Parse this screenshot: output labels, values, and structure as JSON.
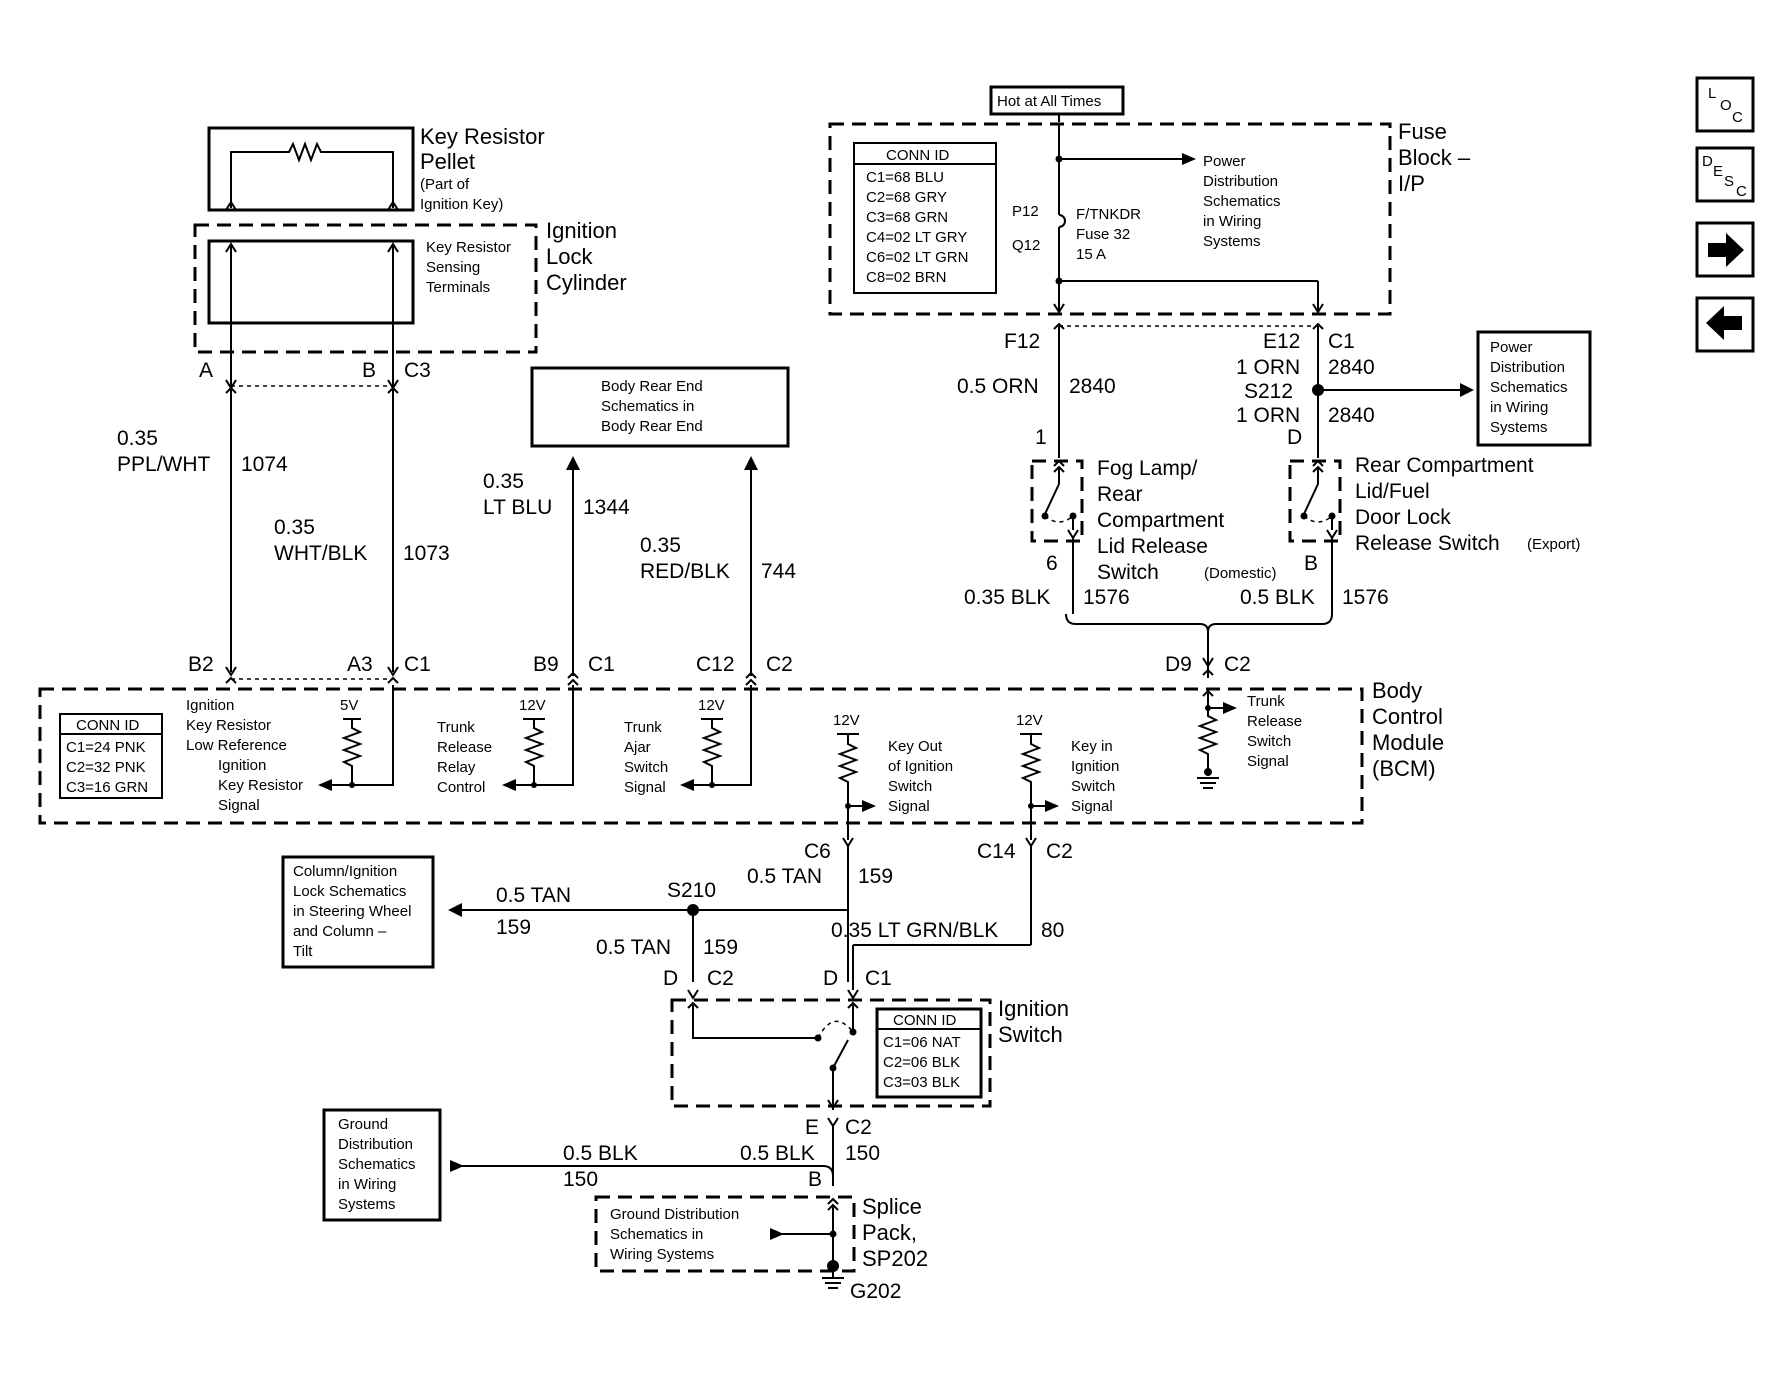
{
  "nav": {
    "loc_l": "L",
    "loc_o": "O",
    "loc_c": "C",
    "desc_d": "D",
    "desc_e": "E",
    "desc_s": "S",
    "desc_c": "C"
  },
  "key_pellet": {
    "title1": "Key Resistor",
    "title2": "Pellet",
    "sub1": "(Part of",
    "sub2": "Ignition Key)"
  },
  "ign_lock": {
    "title1": "Ignition",
    "title2": "Lock",
    "title3": "Cylinder",
    "term1": "Key Resistor",
    "term2": "Sensing",
    "term3": "Terminals",
    "pinA": "A",
    "pinB": "B",
    "conn": "C3"
  },
  "wires": {
    "w1074_gauge": "0.35",
    "w1074_color": "PPL/WHT",
    "w1074_num": "1074",
    "w1073_gauge": "0.35",
    "w1073_color": "WHT/BLK",
    "w1073_num": "1073",
    "w1344_gauge": "0.35",
    "w1344_color": "LT BLU",
    "w1344_num": "1344",
    "w744_gauge": "0.35",
    "w744_color": "RED/BLK",
    "w744_num": "744",
    "w2840a": "0.5 ORN",
    "w2840a_num": "2840",
    "w1576a": "0.35 BLK",
    "w1576a_num": "1576",
    "w1576b": "0.5 BLK",
    "w1576b_num": "1576",
    "e12_orn": "1 ORN",
    "e12_num": "2840",
    "s212": "S212",
    "s212_orn": "1 ORN",
    "s212_num": "2840",
    "w159a": "0.5 TAN",
    "w159a_num": "159",
    "w159b": "0.5 TAN",
    "w159b_num": "159",
    "w159c": "0.5 TAN",
    "w159c_num": "159",
    "s210": "S210",
    "w80": "0.35 LT GRN/BLK",
    "w80_num": "80",
    "w150a": "0.5 BLK",
    "w150a_num": "150",
    "w150b": "0.5 BLK",
    "w150b_num": "150"
  },
  "body_rear": {
    "l1": "Body Rear End",
    "l2": "Schematics in",
    "l3": "Body Rear End"
  },
  "fuse_block": {
    "hot": "Hot at All Times",
    "title1": "Fuse",
    "title2": "Block –",
    "title3": "I/P",
    "conn_hdr": "CONN ID",
    "conn": [
      "C1=68 BLU",
      "C2=68 GRY",
      "C3=68 GRN",
      "C4=02 LT GRY",
      "C6=02 LT GRN",
      "C8=02 BRN"
    ],
    "p12": "P12",
    "q12": "Q12",
    "fuse1": "F/TNKDR",
    "fuse2": "Fuse 32",
    "fuse3": "15 A",
    "pd1": "Power",
    "pd2": "Distribution",
    "pd3": "Schematics",
    "pd4": "in Wiring",
    "pd5": "Systems",
    "f12": "F12",
    "e12": "E12",
    "c1": "C1"
  },
  "pd_box": {
    "l1": "Power",
    "l2": "Distribution",
    "l3": "Schematics",
    "l4": "in Wiring",
    "l5": "Systems"
  },
  "fog_switch": {
    "l1": "Fog Lamp/",
    "l2": "Rear",
    "l3": "Compartment",
    "l4": "Lid Release",
    "l5": "Switch",
    "l6": "(Domestic)",
    "pin1": "1",
    "pin6": "6"
  },
  "rear_switch": {
    "l1": "Rear Compartment",
    "l2": "Lid/Fuel",
    "l3": "Door Lock",
    "l4": "Release Switch",
    "l5": "(Export)",
    "pinD": "D",
    "pinB": "B"
  },
  "bcm": {
    "title1": "Body",
    "title2": "Control",
    "title3": "Module",
    "title4": "(BCM)",
    "conn_hdr": "CONN ID",
    "conn": [
      "C1=24 PNK",
      "C2=32 PNK",
      "C3=16 GRN"
    ],
    "b2": "B2",
    "a3": "A3",
    "c1a": "C1",
    "b9": "B9",
    "c1b": "C1",
    "c12": "C12",
    "c2a": "C2",
    "d9": "D9",
    "c2b": "C2",
    "sig1": [
      "Ignition",
      "Key Resistor",
      "Low Reference"
    ],
    "sig2": [
      "Ignition",
      "Key Resistor",
      "Signal"
    ],
    "v5": "5V",
    "v12a": "12V",
    "v12b": "12V",
    "v12c": "12V",
    "v12d": "12V",
    "trunk_relay": [
      "Trunk",
      "Release",
      "Relay",
      "Control"
    ],
    "trunk_ajar": [
      "Trunk",
      "Ajar",
      "Switch",
      "Signal"
    ],
    "key_out": [
      "Key Out",
      "of Ignition",
      "Switch",
      "Signal"
    ],
    "key_in": [
      "Key in",
      "Ignition",
      "Switch",
      "Signal"
    ],
    "trunk_rel": [
      "Trunk",
      "Release",
      "Switch",
      "Signal"
    ],
    "c6": "C6",
    "c14": "C14",
    "c2c": "C2"
  },
  "column_box": {
    "l1": "Column/Ignition",
    "l2": "Lock Schematics",
    "l3": "in Steering Wheel",
    "l4": "and Column –",
    "l5": "Tilt"
  },
  "ign_switch": {
    "title1": "Ignition",
    "title2": "Switch",
    "conn_hdr": "CONN ID",
    "conn": [
      "C1=06 NAT",
      "C2=06 BLK",
      "C3=03 BLK"
    ],
    "d1": "D",
    "c2": "C2",
    "d2": "D",
    "c1": "C1",
    "e": "E",
    "c2b": "C2"
  },
  "ground_box": {
    "l1": "Ground",
    "l2": "Distribution",
    "l3": "Schematics",
    "l4": "in Wiring",
    "l5": "Systems"
  },
  "splice": {
    "title1": "Splice",
    "title2": "Pack,",
    "title3": "SP202",
    "pinB": "B",
    "g1": "Ground Distribution",
    "g2": "Schematics in",
    "g3": "Wiring Systems",
    "ground": "G202"
  }
}
